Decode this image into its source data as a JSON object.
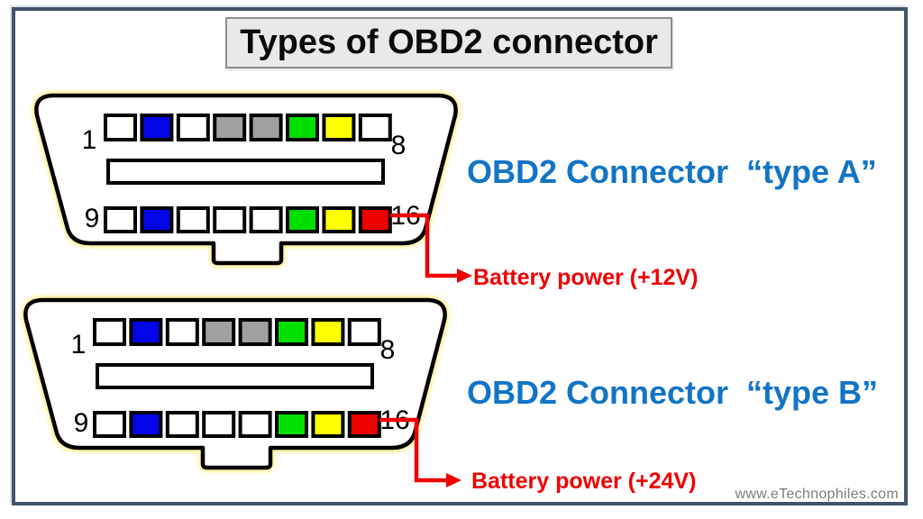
{
  "title": "Types of OBD2 connector",
  "watermark": "www.eTechnophiles.com",
  "connectors": [
    {
      "name": "type A",
      "heading": "OBD2 Connector  “type A”",
      "battery_label": "Battery power (+12V)",
      "pin_numbers": {
        "top_left": "1",
        "top_right": "8",
        "bottom_left": "9",
        "bottom_right": "16"
      },
      "pins_top": [
        "white",
        "blue",
        "white",
        "gray",
        "gray",
        "green",
        "yellow",
        "white"
      ],
      "pins_bottom": [
        "white",
        "blue",
        "white",
        "white",
        "white",
        "green",
        "yellow",
        "red"
      ]
    },
    {
      "name": "type B",
      "heading": "OBD2 Connector  “type B”",
      "battery_label": "Battery power (+24V)",
      "pin_numbers": {
        "top_left": "1",
        "top_right": "8",
        "bottom_left": "9",
        "bottom_right": "16"
      },
      "pins_top": [
        "white",
        "blue",
        "white",
        "gray",
        "gray",
        "green",
        "yellow",
        "white"
      ],
      "pins_bottom": [
        "white",
        "blue",
        "white",
        "white",
        "white",
        "green",
        "yellow",
        "red"
      ]
    }
  ],
  "colors": {
    "frame_border": "#44546A",
    "title_bg": "#E9E9E9",
    "title_border": "#8F8F8F",
    "heading_blue": "#1274C5",
    "battery_red": "#EE0000",
    "glow_yellow": "#FFF3A0",
    "outline_black": "#000000",
    "pin_colors": {
      "white": "#FFFFFF",
      "blue": "#0404E8",
      "gray": "#A0A0A0",
      "green": "#00E000",
      "yellow": "#FFFF00",
      "red": "#EE0000"
    }
  }
}
